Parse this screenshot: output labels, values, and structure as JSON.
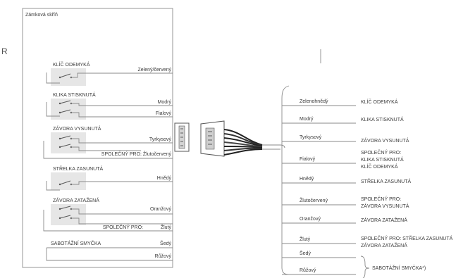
{
  "lock_title": "Zámková skříň",
  "stray_letter": "R",
  "signals": [
    {
      "label": "KLÍČ ODEMYKÁ"
    },
    {
      "label": "KLIKA STISKNUTÁ"
    },
    {
      "label": "ZÁVORA VYSUNUTÁ"
    },
    {
      "label": "STŘELKA ZASUNUTÁ"
    },
    {
      "label": "ZÁVORA ZATAŽENÁ"
    },
    {
      "label": "SABOTÁŽNÍ SMYČKA"
    }
  ],
  "left_wires": [
    "Zelený/červený",
    "Modrý",
    "Fialový",
    "Tyrkysový",
    "SPOLEČNÝ PRO: Žlutočervený",
    "Hnědý",
    "Oranžový",
    "SPOLEČNÝ PRO:",
    "Žlutý",
    "Šedý",
    "Růžový"
  ],
  "right_rows": [
    {
      "color": "Zelenohnědý",
      "desc": [
        "KLÍČ ODEMYKÁ"
      ]
    },
    {
      "color": "Modrý",
      "desc": [
        "KLIKA STISKNUTÁ"
      ]
    },
    {
      "color": "Tyrkysový",
      "desc": [
        "ZÁVORA VYSUNUTÁ"
      ]
    },
    {
      "color": "Fialový",
      "desc": [
        "SPOLEČNÝ PRO:",
        "KLIKA STISKNUTÁ",
        "KLÍČ ODEMYKÁ"
      ]
    },
    {
      "color": "Hnědý",
      "desc": [
        "STŘELKA ZASUNUTÁ"
      ]
    },
    {
      "color": "Žlutočervený",
      "desc": [
        "SPOLEČNÝ PRO:",
        "ZÁVORA VYSUNUTÁ"
      ]
    },
    {
      "color": "Oranžový",
      "desc": [
        "ZÁVORA ZATAŽENÁ"
      ]
    },
    {
      "color": "Žlutý",
      "desc": [
        "SPOLEČNÝ PRO: STŘELKA ZASUNUTÁ",
        "ZÁVORA ZATAŽENÁ"
      ]
    },
    {
      "color": "Šedý",
      "desc": []
    },
    {
      "color": "Růžový",
      "desc": []
    }
  ],
  "sabotage_label": "SABOTÁŽNÍ SMYČKA*)"
}
